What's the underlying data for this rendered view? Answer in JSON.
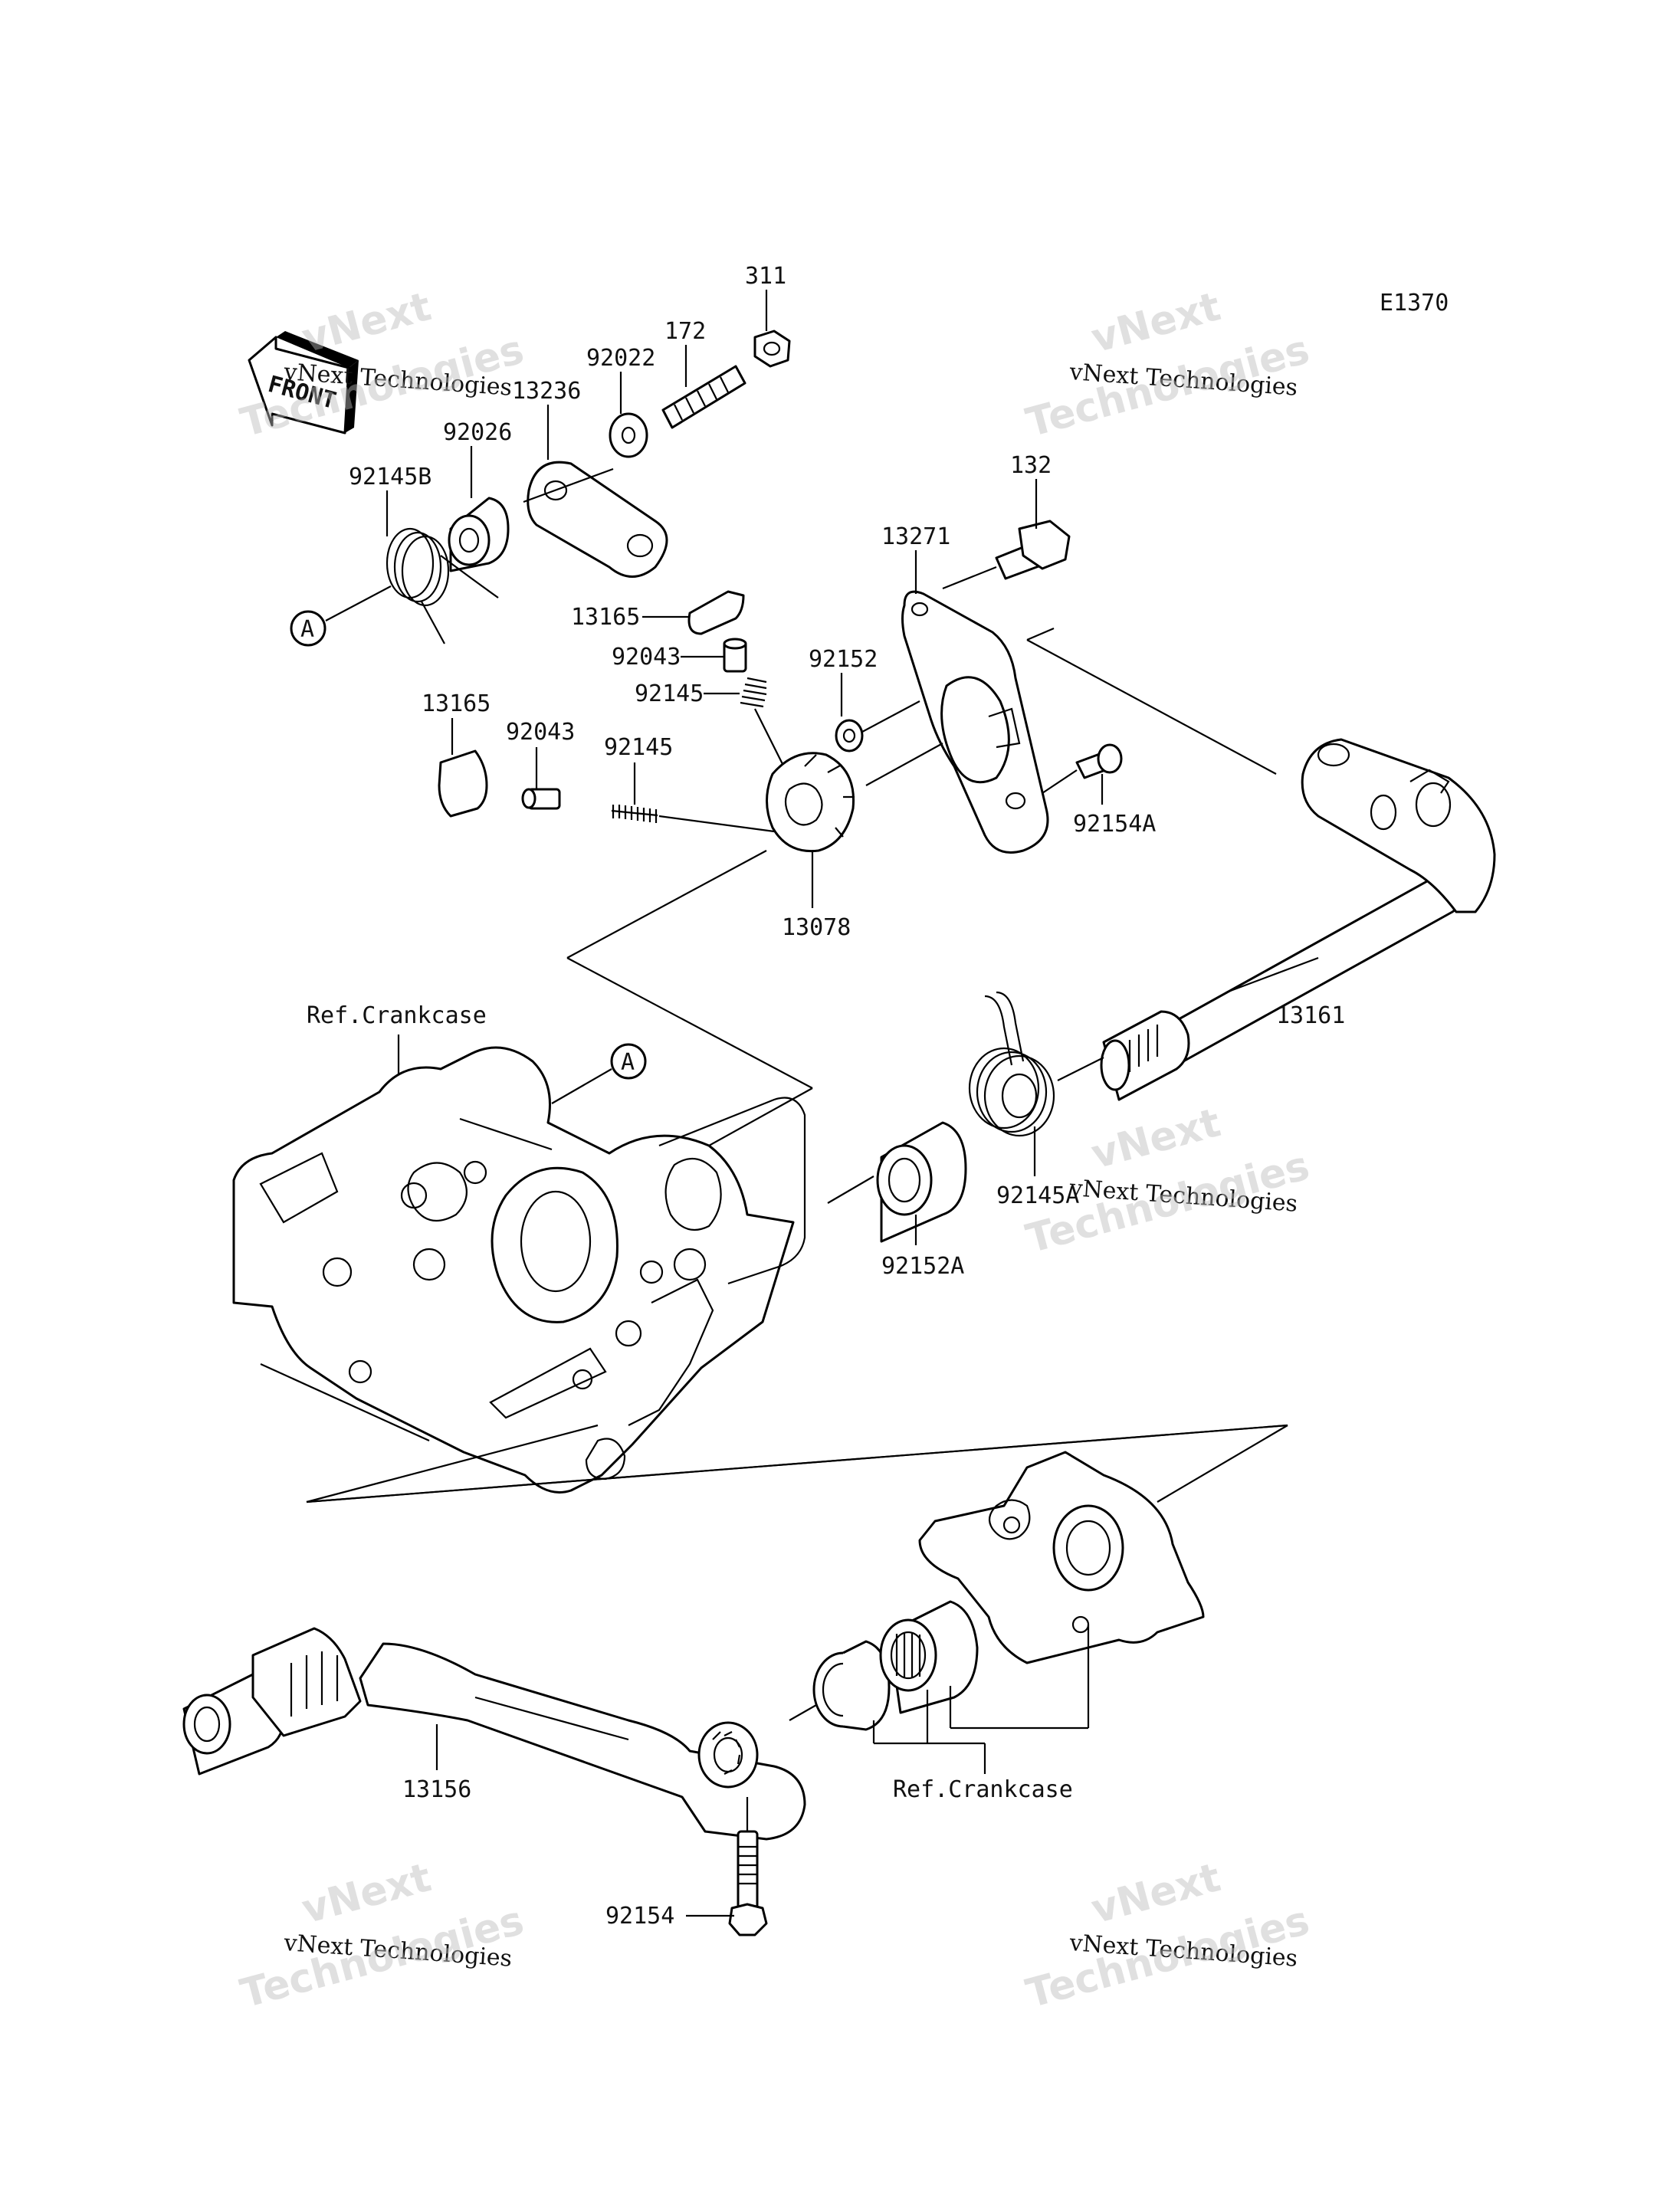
{
  "diagram_code": "E1370",
  "front_arrow": "FRONT",
  "callout_a": "A",
  "parts": {
    "p311": "311",
    "p172": "172",
    "p92022": "92022",
    "p13236": "13236",
    "p92026": "92026",
    "p92145B": "92145B",
    "p132": "132",
    "p13271": "13271",
    "p13165_top": "13165",
    "p92043_top": "92043",
    "p92145_top": "92145",
    "p92152": "92152",
    "p13165_left": "13165",
    "p92043_left": "92043",
    "p92145_left": "92145",
    "p13078": "13078",
    "p92154A": "92154A",
    "p13161": "13161",
    "p92145A": "92145A",
    "p92152A": "92152A",
    "p13156": "13156",
    "p92154": "92154"
  },
  "refs": {
    "crankcase_top": "Ref.Crankcase",
    "crankcase_bottom": "Ref.Crankcase"
  },
  "watermark": {
    "line1": "vNext",
    "line2": "vNext Technologies",
    "line3": "Technologies"
  }
}
